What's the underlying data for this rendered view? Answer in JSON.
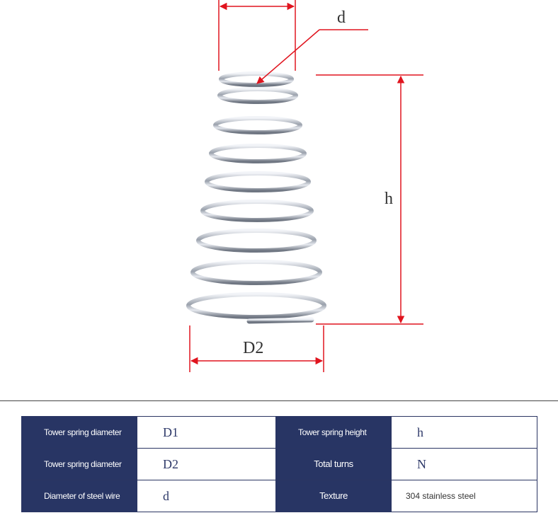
{
  "diagram": {
    "labels": {
      "wire_diameter": "d",
      "height": "h",
      "bottom_diameter": "D2"
    }
  },
  "table": {
    "rows": [
      {
        "label1": "Tower spring diameter",
        "value1": "D1",
        "label2": "Tower spring height",
        "value2": "h"
      },
      {
        "label1": "Tower spring diameter",
        "value1": "D2",
        "label2": "Total turns",
        "value2": "N"
      },
      {
        "label1": "Diameter of steel wire",
        "value1": "d",
        "label2": "Texture",
        "value2": "304 stainless steel"
      }
    ]
  },
  "colors": {
    "header_bg": "#283564",
    "arrow": "#e0141e"
  }
}
